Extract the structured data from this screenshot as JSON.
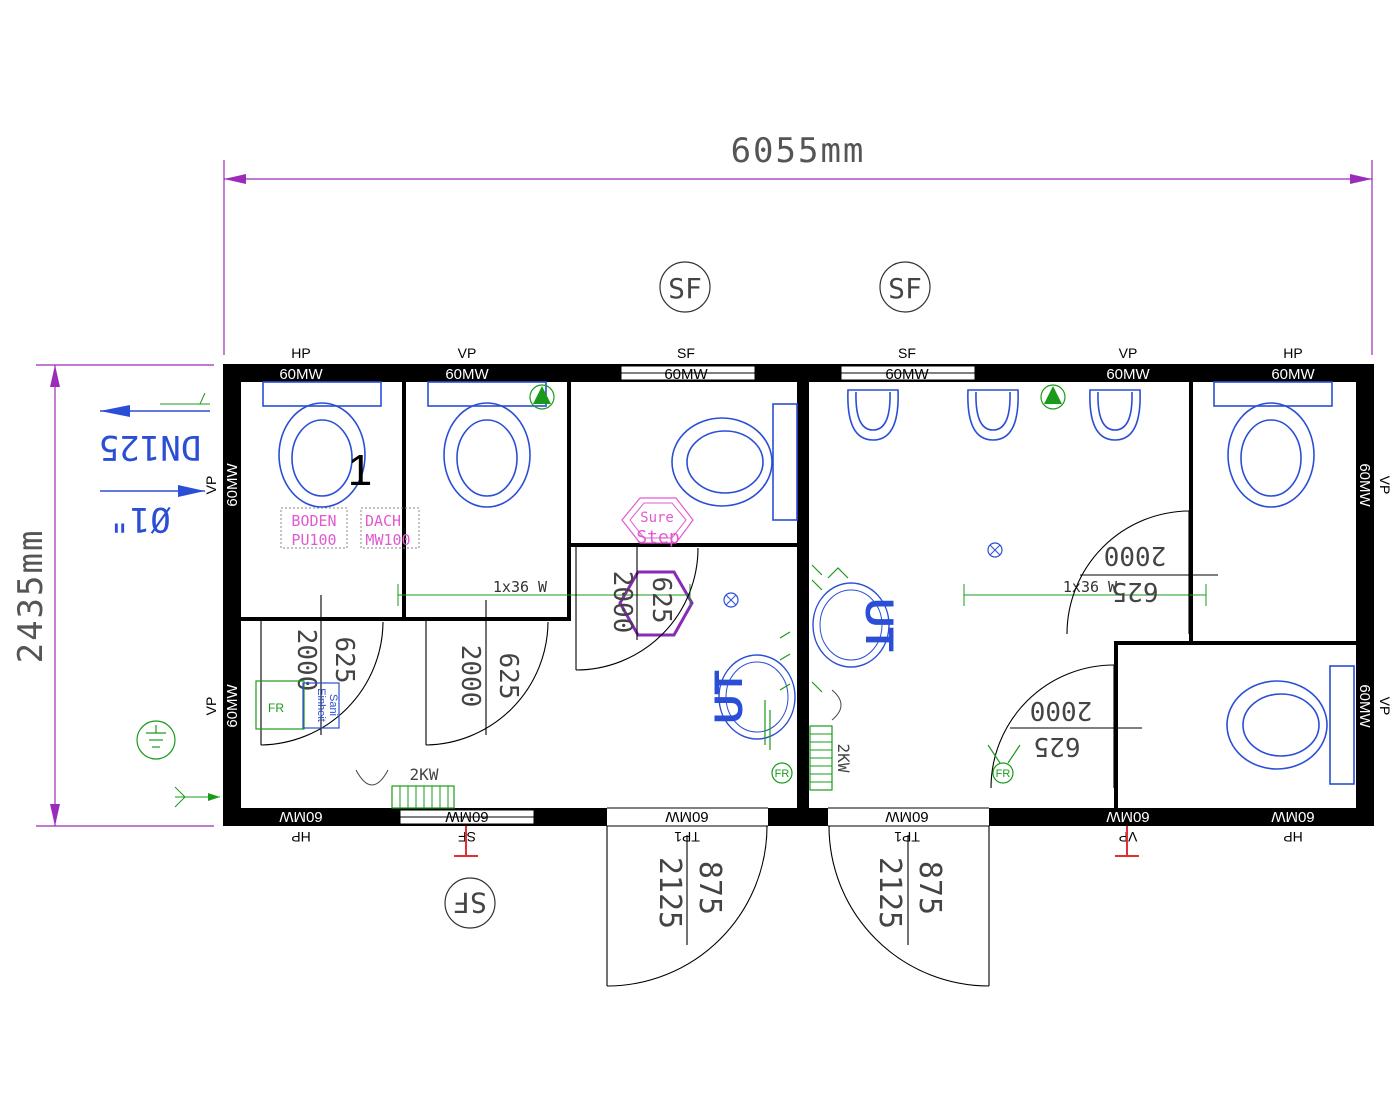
{
  "dimensions": {
    "width": "6055mm",
    "height": "2435mm"
  },
  "symbols": {
    "sf_circle": "SF",
    "drain_label": "DN125",
    "water_label": "Ø1\"",
    "grid_number": "1",
    "boden": [
      "BODEN",
      "PU100"
    ],
    "dach": [
      "DACH",
      "MW100"
    ],
    "sure_step": [
      "Sure",
      "Step"
    ],
    "ut": "UT",
    "fr": "FR",
    "heater": "2KW",
    "sani": [
      "Sani",
      "Einheit"
    ]
  },
  "walls": {
    "hp": "HP",
    "vp": "VP",
    "sf": "SF",
    "tp1": "TP1",
    "mw": "60MW"
  },
  "doors": {
    "width_625": "625",
    "height_2000": "2000",
    "width_875": "875",
    "height_2125": "2125"
  },
  "lights": {
    "label": "1x36 W"
  },
  "colors": {
    "wall": "#000000",
    "dimension": "#9b2bb8",
    "fixture": "#2a4fd6",
    "electric": "#1a9a1a",
    "annotation": "#e05bd1",
    "marker": "#e03030"
  }
}
